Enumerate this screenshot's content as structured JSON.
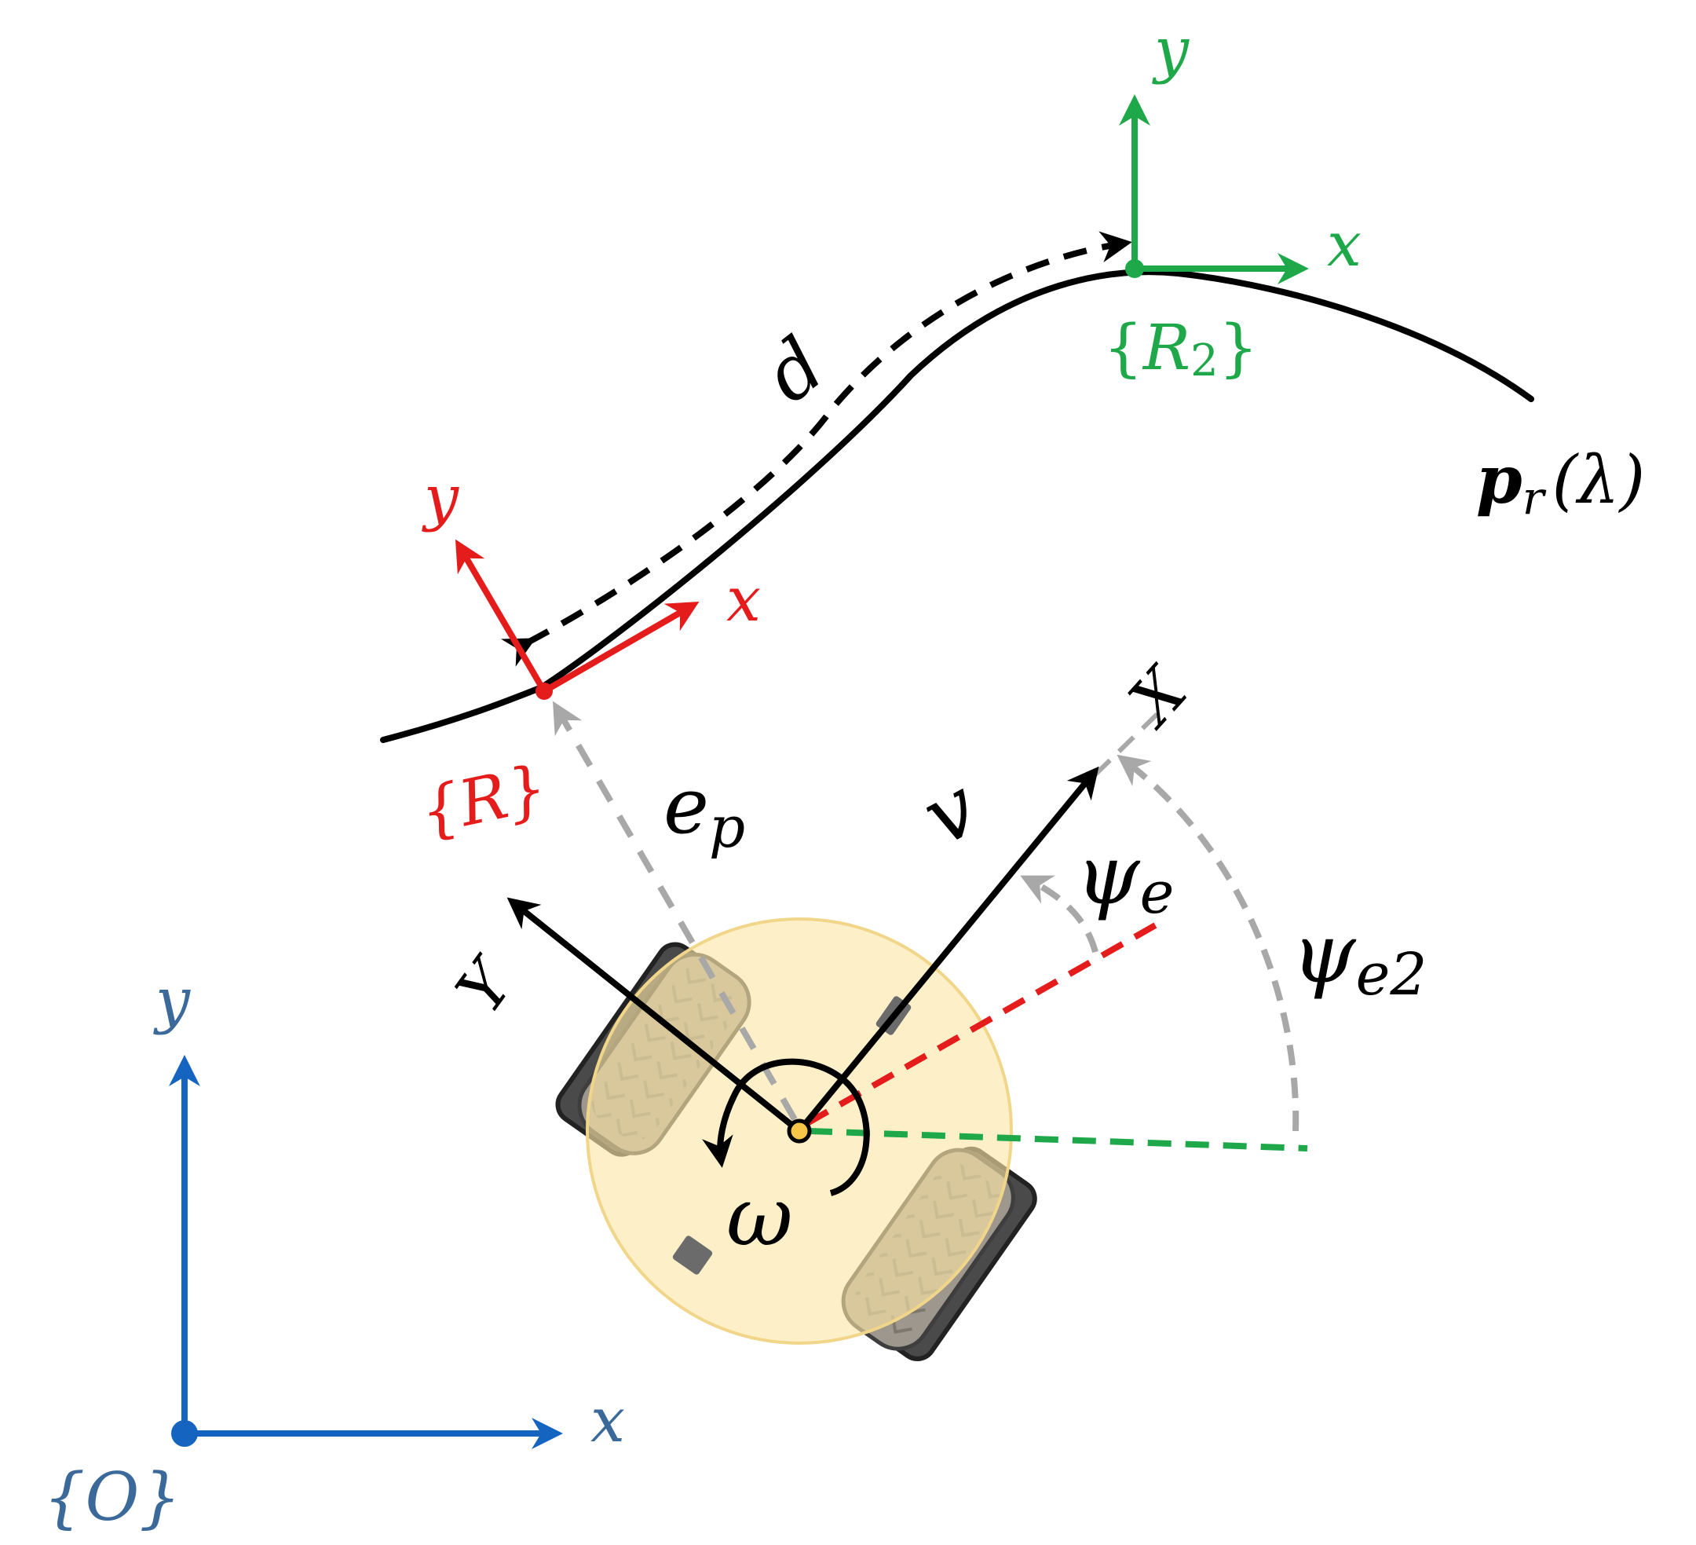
{
  "colors": {
    "world": "#1565c0",
    "world_label": "#3b6a9a",
    "ref_frame": "#e51c1c",
    "ref2_frame": "#1ea84a",
    "path": "#000000",
    "guide": "#a8a8a8",
    "robot_body": "#fbe7a6",
    "robot_edge": "#f1d68a",
    "wheel": "#9d978d",
    "wheel_edge": "#3e3e3e",
    "wheel_shadow": "#4a4a4a",
    "heading_error": "#e51c1c",
    "horizontal_ref": "#1ea84a"
  },
  "world_frame": {
    "name": "{O}",
    "x_label": "x",
    "y_label": "y"
  },
  "path": {
    "label_bold": "p",
    "label_sub": "r",
    "label_arg": "(λ)"
  },
  "ref_frame": {
    "name": "{R}",
    "x_label": "x",
    "y_label": "y"
  },
  "ref2_frame": {
    "name_open": "{",
    "name_main": "R",
    "name_sub": "2",
    "name_close": "}",
    "x_label": "x",
    "y_label": "y"
  },
  "arc_distance_label": "d",
  "position_error_label": {
    "base": "e",
    "sub": "p"
  },
  "robot": {
    "x_axis_label": "X",
    "y_axis_label": "Y",
    "velocity_label": "v",
    "angular_velocity_label": "ω"
  },
  "heading_error_label": {
    "base": "ψ",
    "sub": "e"
  },
  "heading_error2_label": {
    "base": "ψ",
    "sub": "e2"
  }
}
